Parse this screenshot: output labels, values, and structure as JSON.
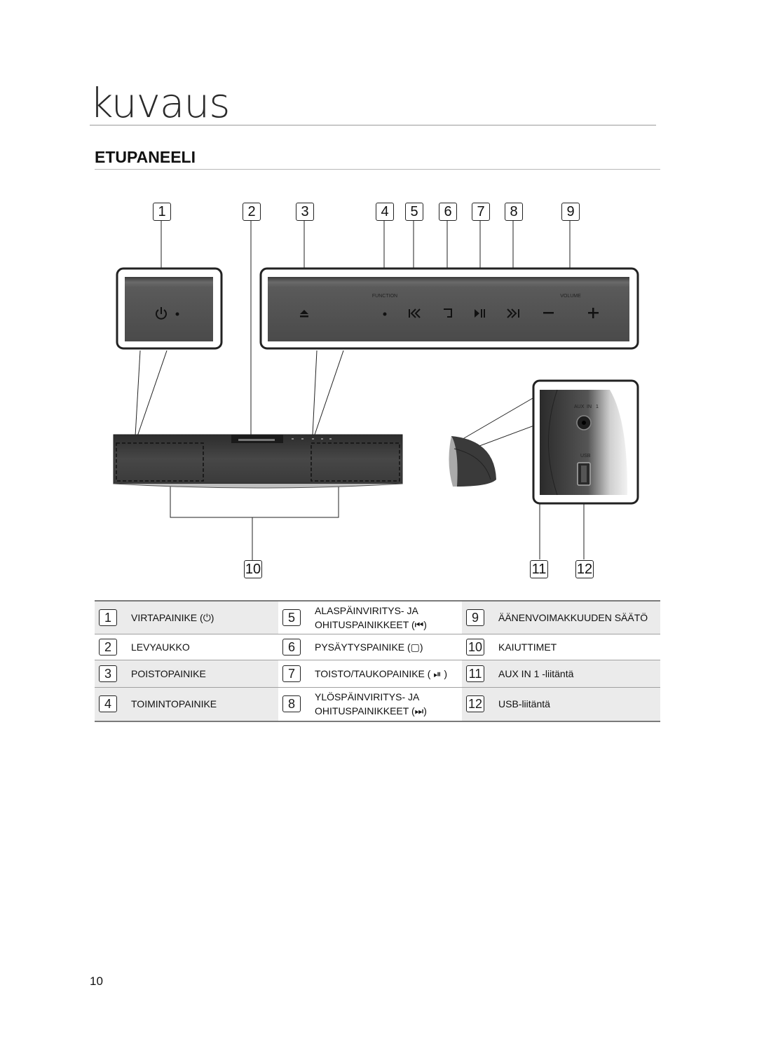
{
  "header": {
    "chapter_title": "kuvaus",
    "section_title": "ETUPANEELI"
  },
  "diagram": {
    "callouts": [
      "1",
      "2",
      "3",
      "4",
      "5",
      "6",
      "7",
      "8",
      "9",
      "10",
      "11",
      "12"
    ],
    "panel_labels": {
      "function": "FUNCTION",
      "volume": "VOLUME",
      "aux": "AUX",
      "in": "IN",
      "one": "1",
      "usb": "USB"
    },
    "icons": [
      "power-icon",
      "eject-icon",
      "skip-back-icon",
      "stop-icon",
      "play-pause-icon",
      "skip-forward-icon",
      "volume-minus-icon",
      "volume-plus-icon"
    ]
  },
  "legend": {
    "rows": [
      [
        {
          "num": "1",
          "text": "VIRTAPAINIKE (⏻)"
        },
        {
          "num": "5",
          "text": "ALASPÄINVIRITYS- JA\nOHITUSPAINIKKEET (⏮)"
        },
        {
          "num": "9",
          "text": "ÄÄNENVOIMAKKUUDEN SÄÄTÖ"
        }
      ],
      [
        {
          "num": "2",
          "text": "LEVYAUKKO"
        },
        {
          "num": "6",
          "text": "PYSÄYTYSPAINIKE (▢)"
        },
        {
          "num": "10",
          "text": "KAIUTTIMET"
        }
      ],
      [
        {
          "num": "3",
          "text": "POISTOPAINIKE"
        },
        {
          "num": "7",
          "text": "TOISTO/TAUKOPAINIKE ( ⏯ )"
        },
        {
          "num": "11",
          "text": "AUX IN 1 -liitäntä"
        }
      ],
      [
        {
          "num": "4",
          "text": "TOIMINTOPAINIKE"
        },
        {
          "num": "8",
          "text": "YLÖSPÄINVIRITYS- JA\nOHITUSPAINIKKEET (⏭)"
        },
        {
          "num": "12",
          "text": "USB-liitäntä"
        }
      ]
    ]
  },
  "footer": {
    "page_number": "10"
  }
}
